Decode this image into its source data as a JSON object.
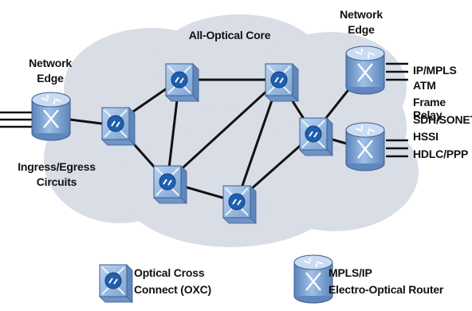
{
  "diagram": {
    "core_title": "All-Optical Core",
    "edge_left": [
      "Network",
      "Edge"
    ],
    "edge_right": [
      "Network",
      "Edge"
    ],
    "ingress": [
      "Ingress/Egress",
      "Circuits"
    ],
    "protocols": [
      "IP/MPLS",
      "ATM",
      "Frame Relay",
      "SDH/SONET",
      "HSSI",
      "HDLC/PPP"
    ],
    "legend": {
      "oxc": [
        "Optical Cross",
        "Connect (OXC)"
      ],
      "router": [
        "MPLS/IP",
        "Electro-Optical Router"
      ]
    },
    "colors": {
      "cloud": "#d9dde6",
      "device_face": "#8fb3dd",
      "device_side": "#5f87bd",
      "device_top": "#c9dcf2",
      "link": "#111111",
      "text": "#111111"
    },
    "icons": {
      "oxc": "optical-cross-connect-icon",
      "router": "electro-optical-router-icon"
    }
  }
}
